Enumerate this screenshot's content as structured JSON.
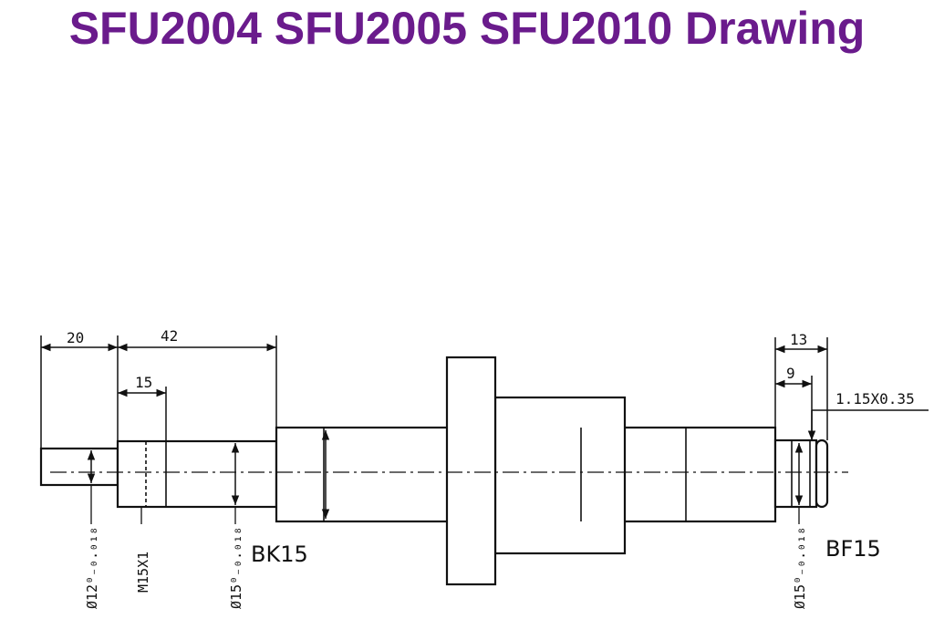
{
  "title": "SFU2004 SFU2005 SFU2010 Drawing",
  "colors": {
    "title": "#6a1b8c",
    "ink": "#111111"
  },
  "dimensions": {
    "d20": "20",
    "d42": "42",
    "d15": "15",
    "d13": "13",
    "d9": "9",
    "groove": "1.15X0.35"
  },
  "labels": {
    "left_support": "BK15",
    "right_support": "BF15",
    "dia12": "Ø12⁰₋₀.₀₁₈",
    "thread": "M15X1",
    "dia15_left": "Ø15⁰₋₀.₀₁₈",
    "dia15_right": "Ø15⁰₋₀.₀₁₈"
  }
}
